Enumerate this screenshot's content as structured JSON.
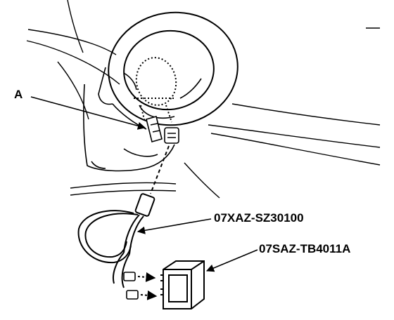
{
  "labels": {
    "callout_a": "A",
    "tool_cable": "07XAZ-SZ30100",
    "tool_unit": "07SAZ-TB4011A"
  },
  "colors": {
    "ink": "#000000",
    "paper": "#ffffff"
  }
}
